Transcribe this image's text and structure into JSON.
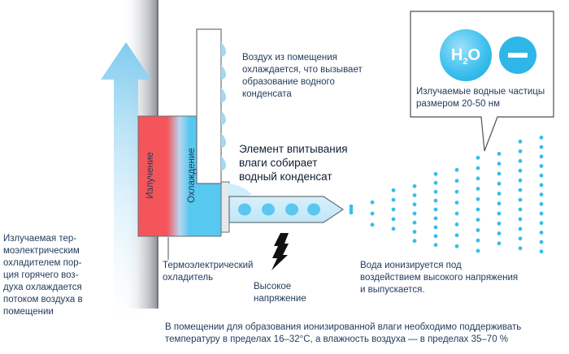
{
  "labels": {
    "room_air": "Воздух из помещения\nохлаждается, что вызывает\nобразование водного\nконденсата",
    "absorb": "Элемент впитывания\nвлаги собирает\nводный конденсат",
    "emission": "Излучение",
    "cooling": "Охлаждение",
    "left_note": "Излучаемая тер-\nмоэлектрическим\nохладителем пор-\nция горячего воз-\nдуха охлаждается\nпотоком воздуха в\nпомещении",
    "thermo_cooler": "Термоэлектрический\nохладитель",
    "high_voltage": "Высокое\nнапряжение",
    "ionize": "Вода ионизируется под\nвоздействием высокого напряжения\nи выпускается.",
    "particles": "Излучаемые водные частицы\nразмером 20-50 нм",
    "bottom_note": "В помещении для образования ионизированной влаги необходимо поддерживать\nтемпературу в пределах 16–32°С, а влажность воздуха — в пределах 35–70 %"
  },
  "h2o": {
    "letter": "H",
    "subscript": "2",
    "tail": "O"
  },
  "colors": {
    "emission_red": "#f4555a",
    "cooling_blue": "#57c8ef",
    "light_blue": "#b9e6f8",
    "dot_blue": "#39bde9",
    "text": "#1f3a5a"
  },
  "icons": [
    "up-arrow-icon",
    "lightning-arrow-icon",
    "h2o-molecule-icon",
    "minus-ion-icon"
  ]
}
